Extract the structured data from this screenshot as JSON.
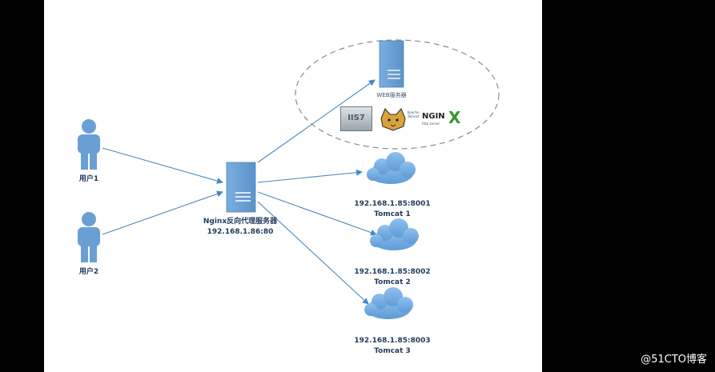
{
  "users": [
    {
      "label": "用户1"
    },
    {
      "label": "用户2"
    }
  ],
  "proxy": {
    "name": "Nginx反向代理服务器",
    "address": "192.168.1.86:80"
  },
  "web_group": {
    "label": "WEB服务器",
    "logos": [
      {
        "name": "iis7-logo",
        "text": "IIS7"
      },
      {
        "name": "apache-tomcat-logo",
        "text": "Apache Tomcat"
      },
      {
        "name": "nginx-logo",
        "text": "NGINX",
        "sub": "http server"
      }
    ]
  },
  "tomcats": [
    {
      "address": "192.168.1.85:8001",
      "name": "Tomcat 1"
    },
    {
      "address": "192.168.1.85:8002",
      "name": "Tomcat 2"
    },
    {
      "address": "192.168.1.85:8003",
      "name": "Tomcat 3"
    }
  ],
  "watermark": "@51CTO博客",
  "colors": {
    "icon_blue": "#6a9fd4",
    "line_blue": "#4a88c2",
    "text": "#1f3a5a"
  }
}
